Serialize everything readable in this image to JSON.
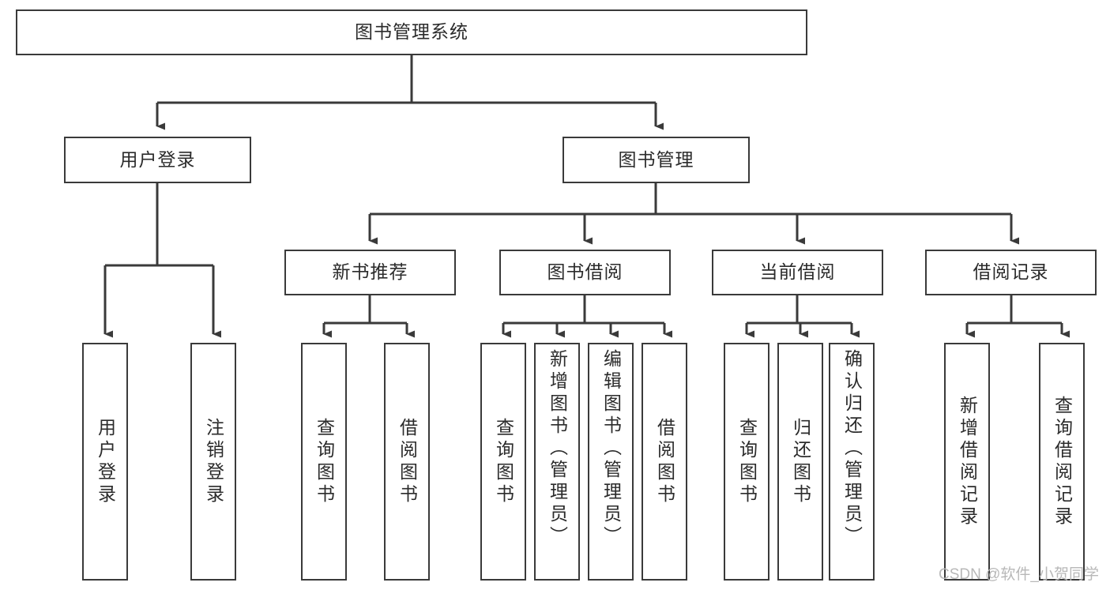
{
  "diagram": {
    "title": "图书管理系统",
    "type": "tree-hierarchy",
    "colors": {
      "stroke": "#3a3a3a",
      "box_fill": "#ffffff",
      "text": "#2b2b2b",
      "background": "#ffffff",
      "watermark": "#b8b8b8"
    },
    "root": {
      "label": "图书管理系统"
    },
    "level2": {
      "user_login": "用户登录",
      "book_management": "图书管理"
    },
    "level3": {
      "new_book_recommend": "新书推荐",
      "book_borrow": "图书借阅",
      "current_borrow": "当前借阅",
      "borrow_record": "借阅记录"
    },
    "leaves": {
      "user_login_1": "用户登录",
      "user_login_2": "注销登录",
      "new_book_1": "查询图书",
      "new_book_2": "借阅图书",
      "book_borrow_1": "查询图书",
      "book_borrow_2": "新增图书（管理员）",
      "book_borrow_3": "编辑图书（管理员）",
      "book_borrow_4": "借阅图书",
      "current_borrow_1": "查询图书",
      "current_borrow_2": "归还图书",
      "current_borrow_3": "确认归还（管理员）",
      "borrow_record_1": "新增借阅记录",
      "borrow_record_2": "查询借阅记录"
    },
    "watermark": "CSDN @软件_小贺同学"
  }
}
